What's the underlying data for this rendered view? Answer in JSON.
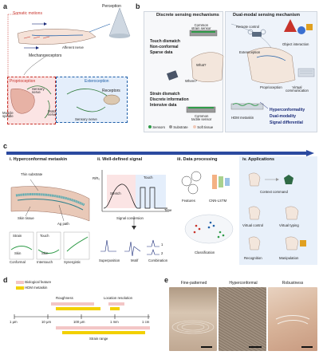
{
  "panels": {
    "a": {
      "letter": "a",
      "somatic": "Somatic motions",
      "perception": "Perception",
      "afferent": "Afferent nerve",
      "mechanoreceptors": "Mechanoreceptors",
      "proprioception": "Proprioception",
      "exteroception": "Exteroception",
      "sensory_nerve_1": "Sensory\nnerve",
      "receptors": "Receptors",
      "muscle_spindle": "Muscle\nspindle",
      "motor_nerve": "Motor\nnerve",
      "sensory_nerve_2": "Sensory nerve"
    },
    "b": {
      "letter": "b",
      "discrete_title": "Discrete sensing mechanisms",
      "dual_title": "Dual-modal sensing mechanism",
      "common_strain": "Common\nstrain sensor",
      "touch_list": [
        "Touch dismatch",
        "Non-conformal",
        "Sparse data"
      ],
      "what": "What?",
      "where": "Where?",
      "strain_list": [
        "Strain dismatch",
        "Discrete information",
        "Intensive data"
      ],
      "common_tactile": "Common\ntactile sensor",
      "legend": [
        "Sensors",
        "Substrate",
        "Soft tissue"
      ],
      "remote_control": "Remote control",
      "object_interaction": "Object interaction",
      "exteroception": "Exteroception",
      "proprioception": "Proprioception",
      "virtual_comm": "Virtual\ncommunication",
      "hdm_metaskin": "HDM metaskin",
      "benefits": [
        "Hyperconformality",
        "Dual-modality",
        "Signal differential"
      ]
    },
    "c": {
      "letter": "c",
      "step_1": "i. Hyperconformal metaskin",
      "step_2": "ii. Well-defined signal",
      "step_3": "iii. Data processing",
      "step_4": "iv. Applications",
      "thin_substrate": "Thin substrate",
      "skin_tissue": "Skin tissue",
      "ag_path": "Ag path",
      "strain": "Strain",
      "touch": "Touch",
      "skin_a": "Skin",
      "skin_b": "Skin",
      "conformal": "Conformal",
      "intentouch": "Intentouch",
      "synergistic": "Synergistic",
      "ylabel": "R/R₀",
      "stretch": "Stretch",
      "touch_sig": "Touch",
      "time": "Time",
      "signal_conversion": "Signal conversion",
      "superposition": "Superposition",
      "motif": "Motif",
      "combination": "Combination",
      "features": "Features",
      "cnn_lstm": "CNN-LSTM",
      "classification": "Classification",
      "context_command": "Context command",
      "virtual_control": "Virtual control",
      "virtual_typing": "Virtual typing",
      "recognition": "Recognition",
      "manipulation": "Manipulation",
      "combo_1": "1",
      "combo_2": "2"
    },
    "d": {
      "letter": "d",
      "legend_bio": "Biological feature",
      "legend_hdm": "HDM metaskin",
      "roughness": "Roughness",
      "location_resolution": "Location resolution",
      "strain_range": "Strain range",
      "ticks": [
        "1 μm",
        "10 μm",
        "100 μm",
        "1 mm",
        "1 cm"
      ]
    },
    "e": {
      "letter": "e",
      "captions": [
        "Fine-patterned",
        "Hyperconformal",
        "Robustness"
      ]
    }
  },
  "colors": {
    "red": "#c8332b",
    "blue": "#1f5fa8",
    "navy": "#1c2d7a",
    "pink_band": "#f3c6c6",
    "yellow_band": "#f2d000",
    "pale_blue": "#e8f0fa",
    "proprio_fill": "#fbe4e4",
    "extero_fill": "#e4eefb"
  },
  "icons": [
    "cone-icon",
    "arm-icon",
    "hand-icon",
    "drone-icon",
    "car-icon",
    "shapes-icon",
    "keyboard-icon",
    "chip-icon",
    "neural-net-icon"
  ]
}
